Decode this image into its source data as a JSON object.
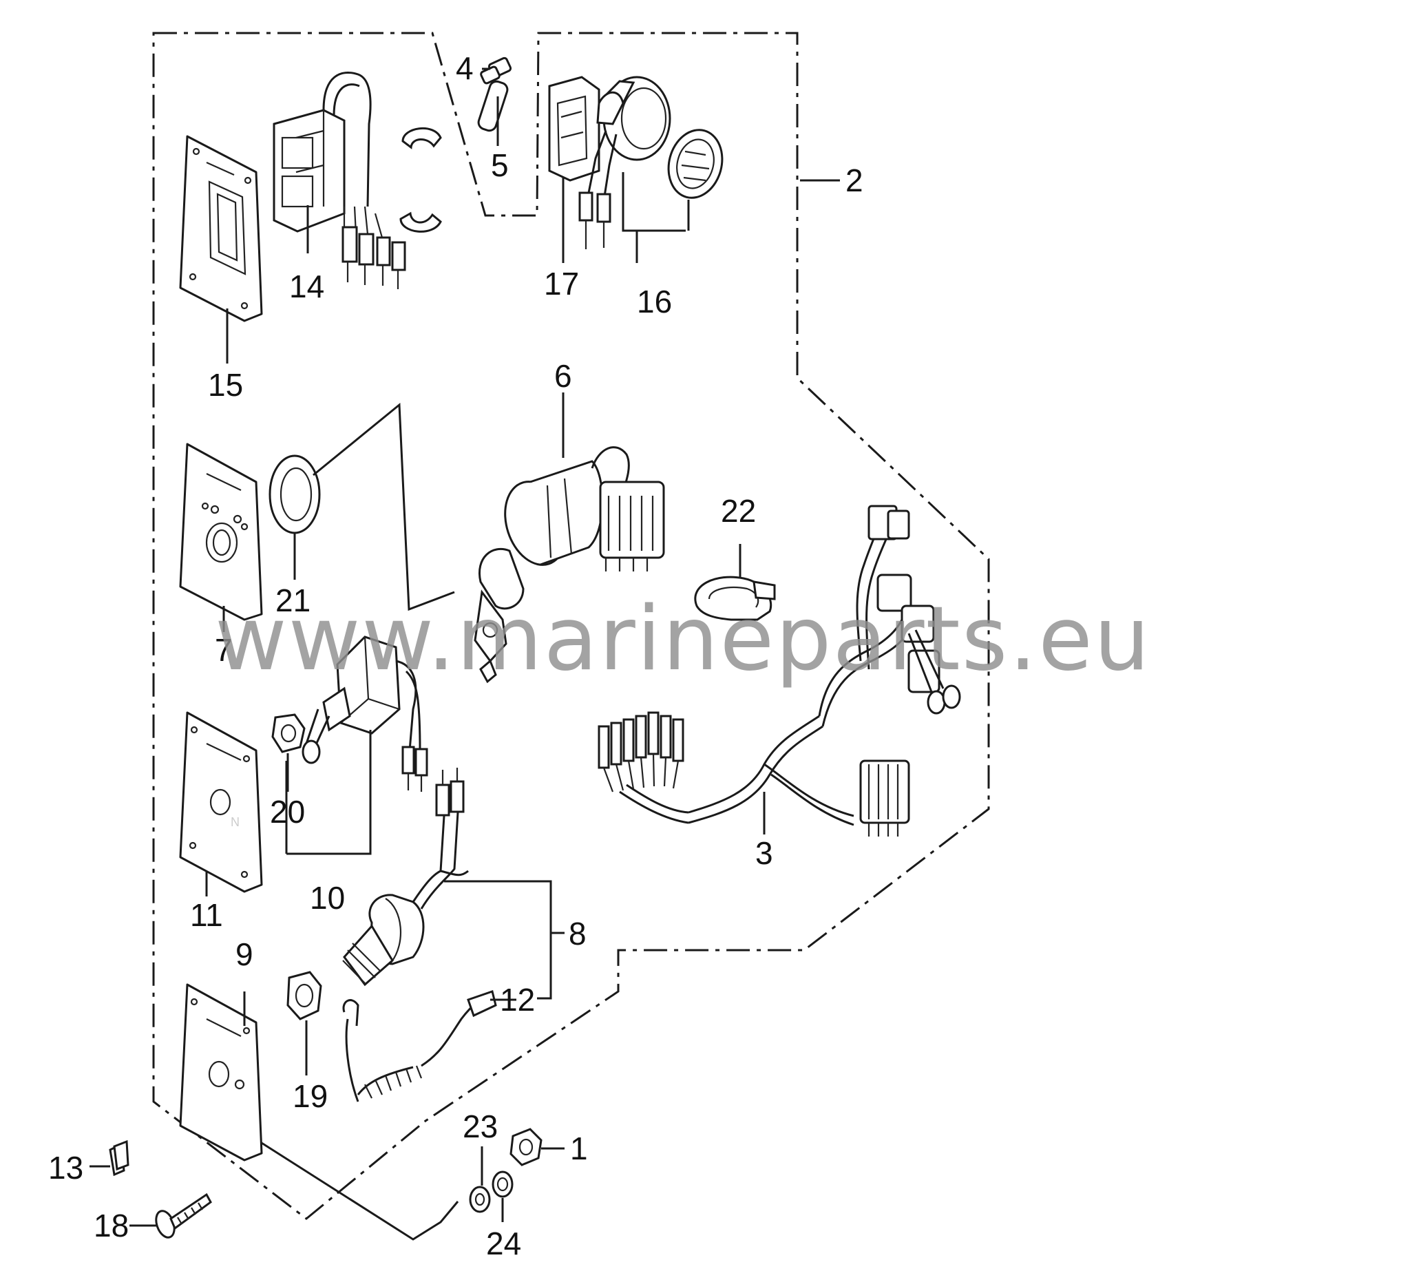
{
  "diagram": {
    "watermark": "www.marineparts.eu",
    "callouts": {
      "c1": "1",
      "c2": "2",
      "c3": "3",
      "c4": "4",
      "c5": "5",
      "c6": "6",
      "c7": "7",
      "c8": "8",
      "c9": "9",
      "c10": "10",
      "c11": "11",
      "c12": "12",
      "c13": "13",
      "c14": "14",
      "c15": "15",
      "c16": "16",
      "c17": "17",
      "c18": "18",
      "c19": "19",
      "c20": "20",
      "c21": "21",
      "c22": "22",
      "c23": "23",
      "c24": "24"
    },
    "parts": [
      {
        "ref": "1",
        "icon": "hex-nut-icon"
      },
      {
        "ref": "2",
        "icon": "switch-panel-assembly-icon"
      },
      {
        "ref": "3",
        "icon": "wire-harness-icon"
      },
      {
        "ref": "4",
        "icon": "small-screw-icon"
      },
      {
        "ref": "5",
        "icon": "pin-icon"
      },
      {
        "ref": "6",
        "icon": "ignition-switch-icon"
      },
      {
        "ref": "7",
        "icon": "ignition-plate-icon"
      },
      {
        "ref": "8",
        "icon": "emergency-stop-switch-icon"
      },
      {
        "ref": "9",
        "icon": "stop-switch-plate-icon"
      },
      {
        "ref": "10",
        "icon": "toggle-switch-icon"
      },
      {
        "ref": "11",
        "icon": "choke-plate-icon"
      },
      {
        "ref": "12",
        "icon": "lanyard-clip-icon"
      },
      {
        "ref": "13",
        "icon": "clip-nut-icon"
      },
      {
        "ref": "14",
        "icon": "trim-switch-icon"
      },
      {
        "ref": "15",
        "icon": "trim-plate-icon"
      },
      {
        "ref": "16",
        "icon": "buzzer-icon"
      },
      {
        "ref": "17",
        "icon": "buzzer-holder-icon"
      },
      {
        "ref": "18",
        "icon": "tapping-screw-icon"
      },
      {
        "ref": "19",
        "icon": "stop-switch-nut-icon"
      },
      {
        "ref": "20",
        "icon": "toggle-nut-icon"
      },
      {
        "ref": "21",
        "icon": "seal-ring-icon"
      },
      {
        "ref": "22",
        "icon": "harness-clamp-icon"
      },
      {
        "ref": "23",
        "icon": "washer-icon"
      },
      {
        "ref": "24",
        "icon": "lock-washer-icon"
      }
    ]
  }
}
